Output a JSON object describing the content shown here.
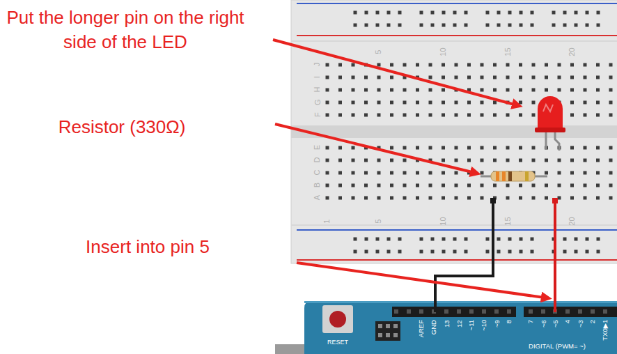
{
  "diagram": {
    "labels": [
      "Put the longer pin on the right side of the LED",
      "Resistor (330Ω)",
      "Insert into pin 5",
      "5",
      "10",
      "15",
      "20",
      "J",
      "I",
      "H",
      "G",
      "F",
      "E",
      "D",
      "C",
      "B",
      "A",
      "1",
      "5",
      "10",
      "15",
      "20",
      "RESET",
      "AREF",
      "GND",
      "13",
      "12",
      "~11",
      "~10",
      "~9",
      "8",
      "7",
      "~6",
      "~5",
      "4",
      "~3",
      "2",
      "TX0▶1",
      "DIGITAL (PWM= ~)"
    ]
  }
}
